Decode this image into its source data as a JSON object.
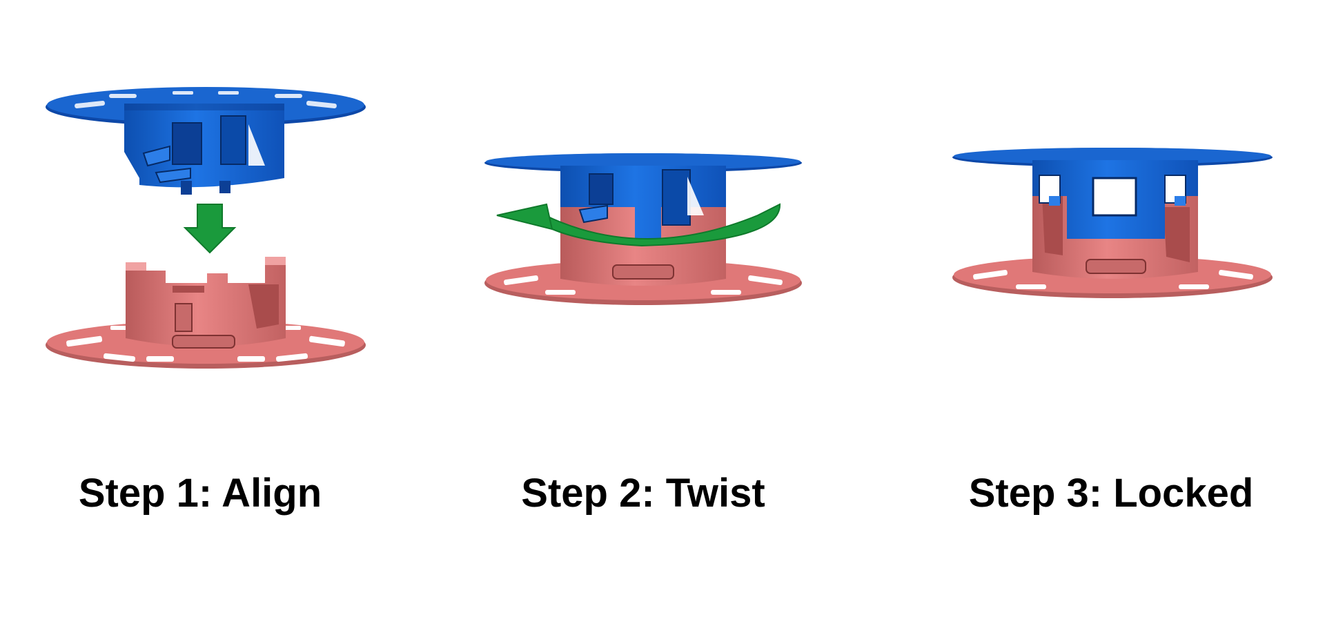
{
  "colors": {
    "background": "#ffffff",
    "top_part": "#1a66d0",
    "top_part_dark": "#0c3f95",
    "bottom_part": "#e07878",
    "bottom_part_dark": "#9e4646",
    "arrow": "#1a9a3c",
    "text": "#000000"
  },
  "steps": [
    {
      "label": "Step 1: Align",
      "state": "separated",
      "arrow": {
        "icon": "down-arrow-icon",
        "direction": "down"
      }
    },
    {
      "label": "Step 2: Twist",
      "state": "inserted",
      "arrow": {
        "icon": "curved-rotate-arrow-icon",
        "direction": "counter-clockwise"
      }
    },
    {
      "label": "Step 3: Locked",
      "state": "locked",
      "arrow": null
    }
  ]
}
